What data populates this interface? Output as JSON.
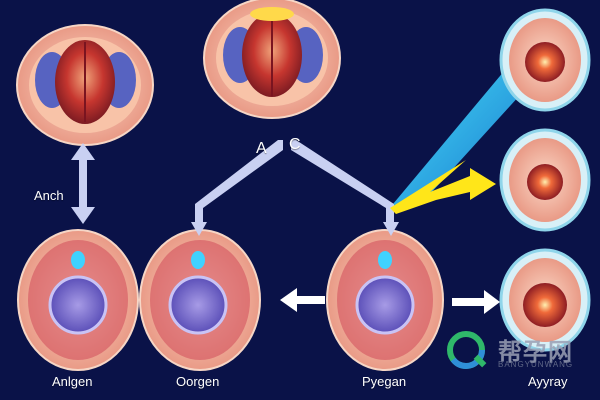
{
  "labels": {
    "top_a": "A",
    "top_c": "C",
    "left_mid": "Anch",
    "bottom_1": "Anlgen",
    "bottom_2": "Oorgen",
    "bottom_3": "Pyegan",
    "bottom_4": "Ayyray"
  },
  "watermark": {
    "text": "帮孕网",
    "subtext": "BANGYUNWANG"
  },
  "colors": {
    "background": "#0a1248",
    "arrow": "#c9d0f2",
    "highlight_yellow": "#ffe619",
    "beam_cyan": "#23d0ff",
    "cell_outer": "#f2b9a3",
    "cell_inner": "#d9363f"
  }
}
